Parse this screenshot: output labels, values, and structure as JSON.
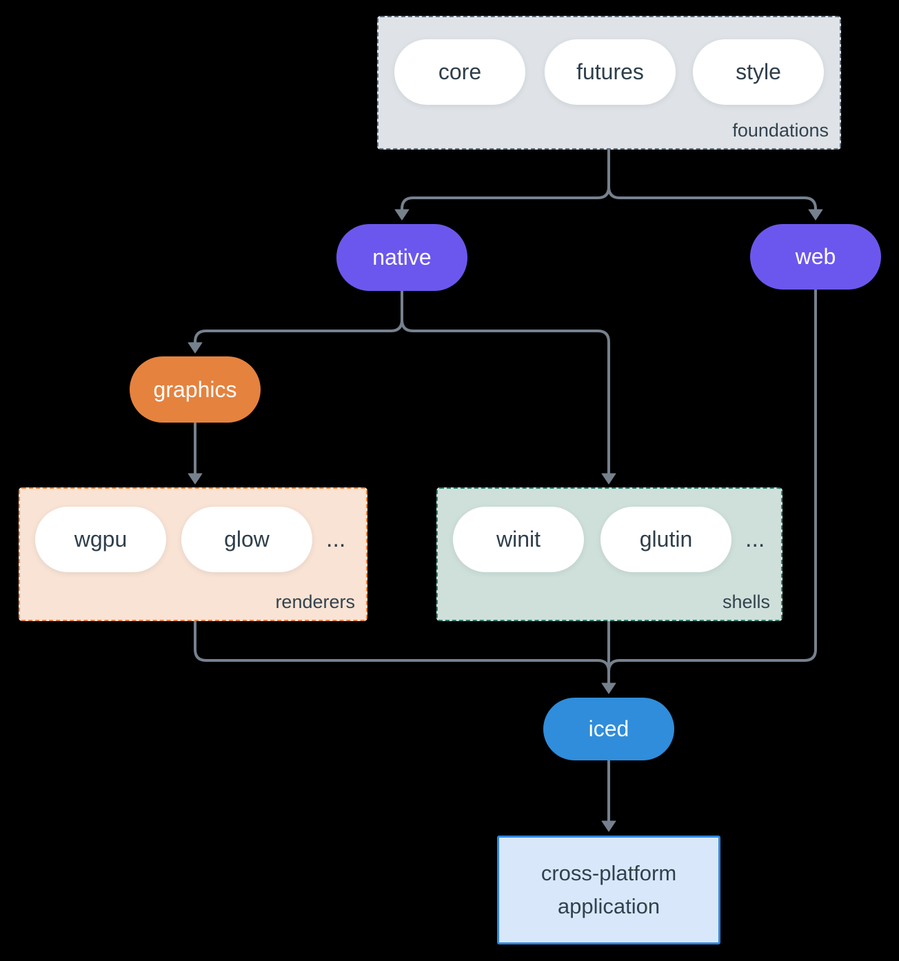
{
  "colors": {
    "background": "#000000",
    "arrow": "#76818E",
    "dark_text": "#2E3E4B",
    "light_text": "#FFFFFF",
    "purple_node": "#6B57EE",
    "orange_node": "#E5823E",
    "blue_node": "#2F8DDB",
    "foundations_bg": "#DFE3E7",
    "foundations_border": "#5D6C7B",
    "renderers_bg": "#F9E3D4",
    "renderers_border": "#E5823E",
    "shells_bg": "#CFE0DA",
    "shells_border": "#2D7C6D",
    "app_bg": "#D8E8FA",
    "app_border": "#2F86E0"
  },
  "foundations": {
    "label": "foundations",
    "items": [
      "core",
      "futures",
      "style"
    ]
  },
  "nodes": {
    "native": "native",
    "web": "web",
    "graphics": "graphics",
    "iced": "iced"
  },
  "renderers": {
    "label": "renderers",
    "items": [
      "wgpu",
      "glow"
    ],
    "ellipsis": "..."
  },
  "shells": {
    "label": "shells",
    "items": [
      "winit",
      "glutin"
    ],
    "ellipsis": "..."
  },
  "app": {
    "label": "cross-platform application"
  }
}
